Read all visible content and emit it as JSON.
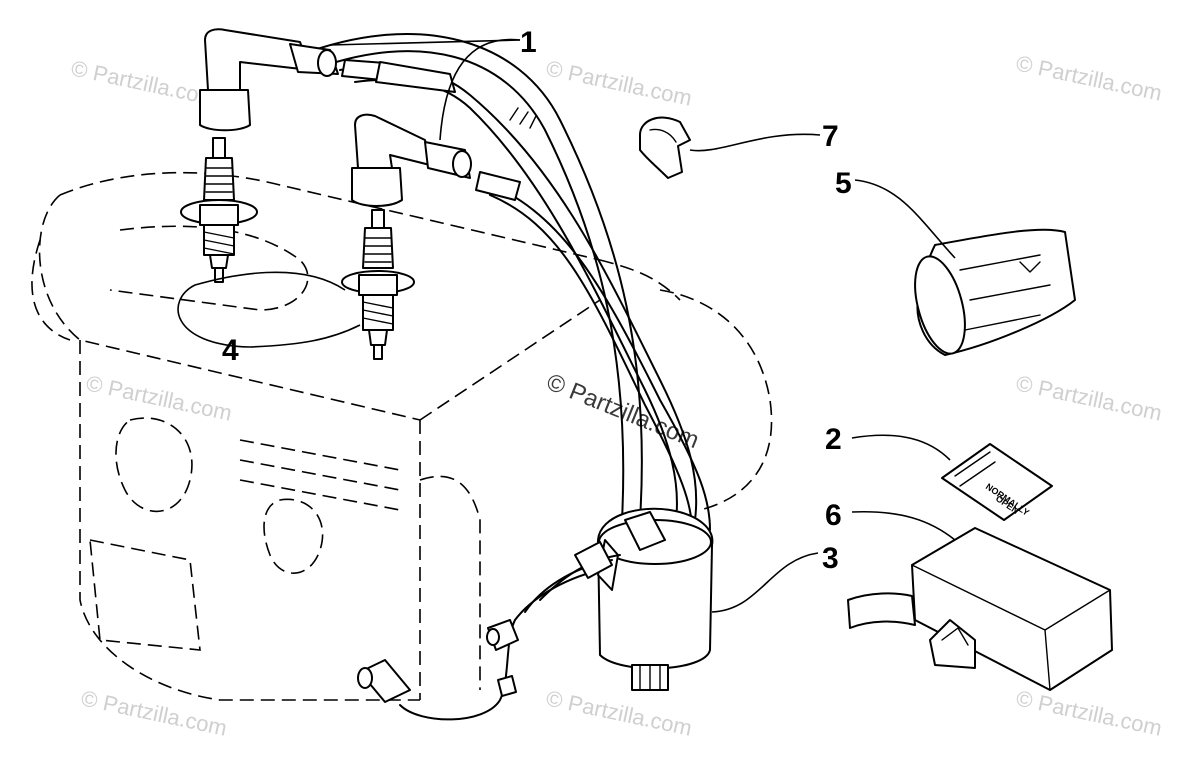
{
  "callouts": {
    "c1": "1",
    "c2": "2",
    "c3": "3",
    "c4": "4",
    "c5": "5",
    "c6": "6",
    "c7": "7"
  },
  "label_decal": {
    "line1": "NORMALLY",
    "line2": "OPEN"
  },
  "watermark": {
    "text": "© Partzilla.com"
  }
}
